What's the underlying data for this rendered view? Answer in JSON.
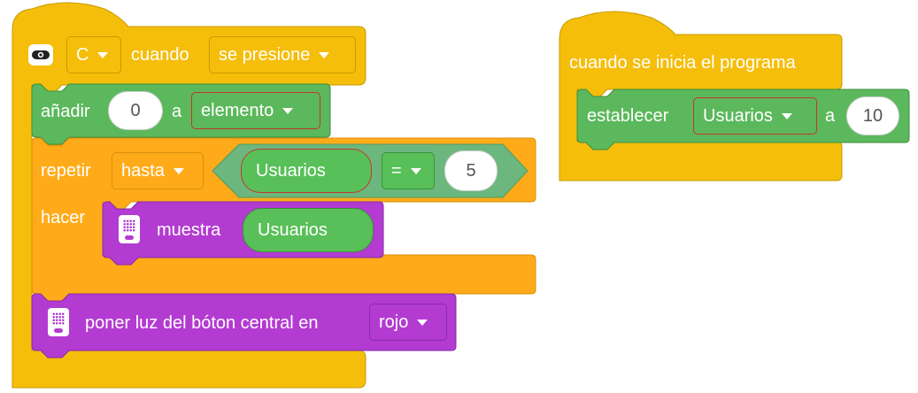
{
  "colors": {
    "events": "#F5BE0A",
    "events_dark": "#C79A00",
    "variables": "#E8A00D",
    "variables_border": "#D0700A",
    "control": "#FFAB19",
    "operator": "#59C059",
    "operator_dark": "#389438",
    "hexagon": "#6CB77E",
    "display": "#B33BD1",
    "display_dark": "#8A2BA8",
    "list": "#5CB85C"
  },
  "script1": {
    "hat": {
      "icon": "center-button-icon",
      "button_dropdown": "C",
      "when_label": "cuando",
      "event_dropdown": "se presione"
    },
    "add_block": {
      "label": "añadir",
      "value": "0",
      "to_label": "a",
      "list_dropdown": "elemento"
    },
    "repeat_block": {
      "label": "repetir",
      "mode_dropdown": "hasta",
      "condition": {
        "variable": "Usuarios",
        "operator": "=",
        "value": "5"
      },
      "do_label": "hacer",
      "inner": {
        "icon": "hub-display-icon",
        "label": "muestra",
        "variable": "Usuarios"
      }
    },
    "light_block": {
      "icon": "hub-display-icon",
      "label": "poner luz del bóton central en",
      "color_dropdown": "rojo"
    }
  },
  "script2": {
    "hat_label": "cuando se inicia el programa",
    "set_block": {
      "label": "establecer",
      "variable_dropdown": "Usuarios",
      "to_label": "a",
      "value": "10"
    }
  }
}
